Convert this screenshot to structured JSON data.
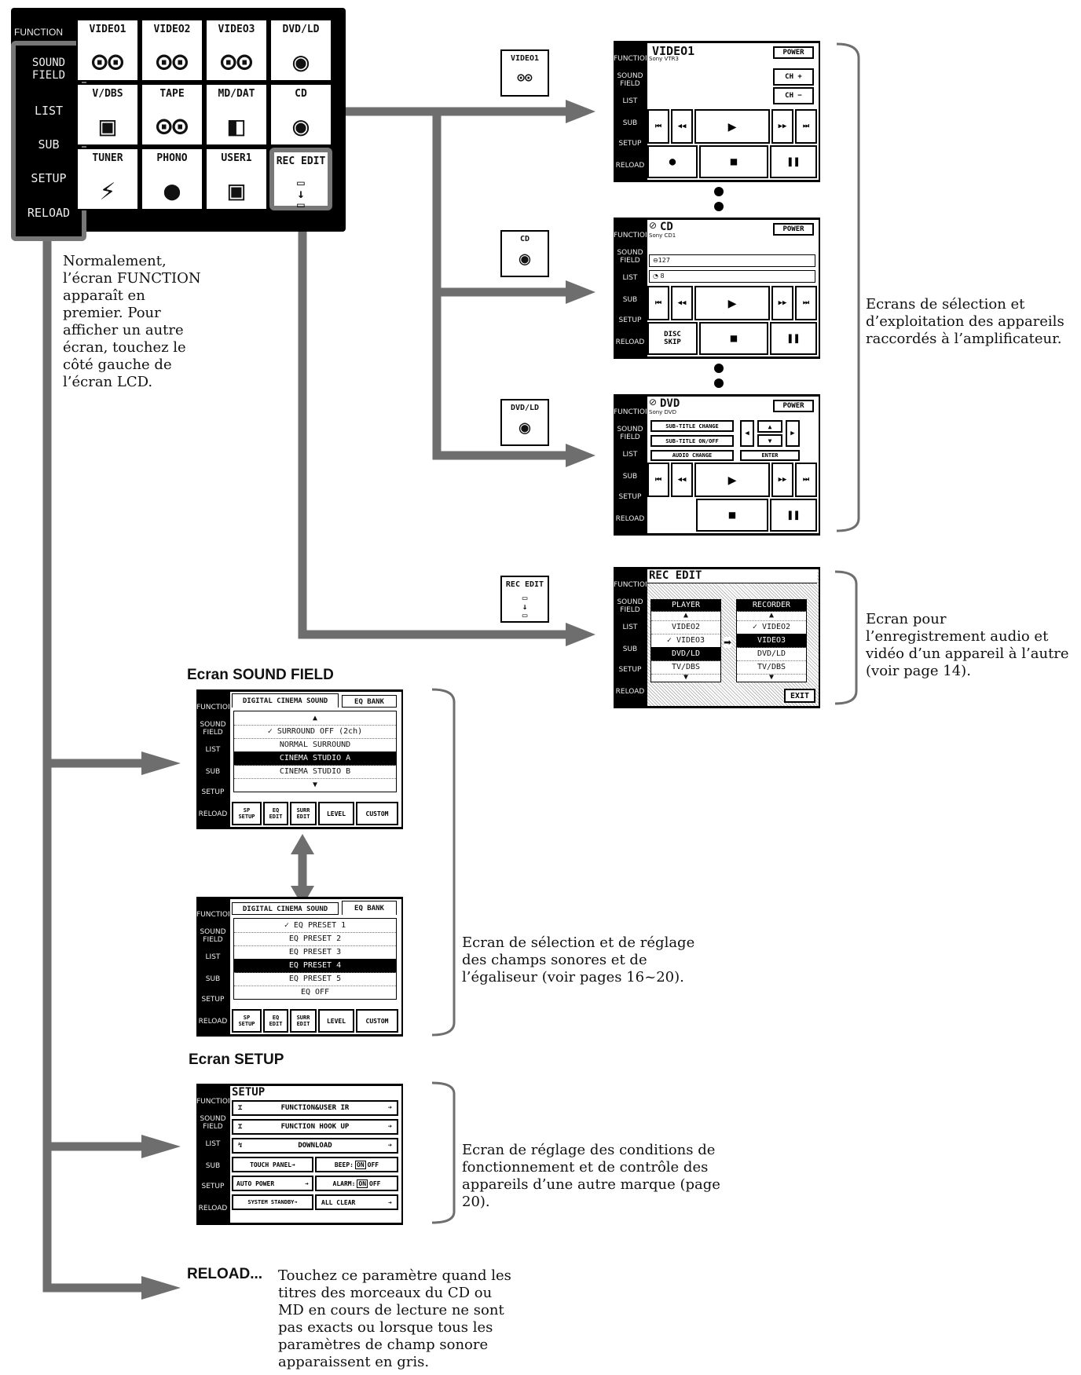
{
  "side_labels": [
    "FUNCTION",
    "SOUND FIELD",
    "LIST",
    "SUB",
    "SETUP",
    "RELOAD"
  ],
  "function_grid": {
    "title": "FUNCTION",
    "side": [
      "SOUND FIELD",
      "LIST",
      "SUB",
      "SETUP",
      "RELOAD"
    ],
    "tiles": [
      "VIDEO1",
      "VIDEO2",
      "VIDEO3",
      "DVD/LD",
      "V/DBS",
      "TAPE",
      "MD/DAT",
      "CD",
      "TUNER",
      "PHONO",
      "USER1",
      "REC EDIT"
    ]
  },
  "intro_note": "Normalement, l’écran FUNCTION apparaît en premier. Pour afficher un autre écran, touchez le côté gauche de l’écran LCD.",
  "mini_icons": [
    "VIDEO1",
    "CD",
    "DVD/LD",
    "REC EDIT"
  ],
  "video1": {
    "title": "VIDEO1",
    "sub": "Sony VTR3",
    "power": "POWER",
    "ch_plus": "CH +",
    "ch_minus": "CH −"
  },
  "cd": {
    "title": "CD",
    "sub": "Sony CD1",
    "power": "POWER",
    "disc": "127",
    "track": "8",
    "disc_skip": "DISC SKIP"
  },
  "dvd": {
    "title": "DVD",
    "sub": "Sony DVD",
    "power": "POWER",
    "b1": "SUB-TITLE CHANGE",
    "b2": "SUB-TITLE ON/OFF",
    "b3": "AUDIO CHANGE",
    "enter": "ENTER"
  },
  "device_note": "Ecrans de sélection et d’exploitation des appareils raccordés à l’amplificateur.",
  "rec_edit": {
    "title": "REC EDIT",
    "player": "PLAYER",
    "recorder": "RECORDER",
    "player_items": [
      "VIDEO2",
      "✓ VIDEO3",
      "DVD/LD",
      "TV/DBS"
    ],
    "recorder_items": [
      "✓ VIDEO2",
      "VIDEO3",
      "DVD/LD",
      "TV/DBS"
    ],
    "exit": "EXIT"
  },
  "rec_note": "Ecran pour l’enregistrement audio et vidéo d’un appareil à l’autre (voir page 14).",
  "sound_field_heading": "Ecran SOUND FIELD",
  "sf1": {
    "tab1": "DIGITAL CINEMA SOUND",
    "tab2": "EQ BANK",
    "items": [
      "✓ SURROUND OFF (2ch)",
      "NORMAL SURROUND",
      "CINEMA STUDIO A",
      "CINEMA STUDIO B"
    ]
  },
  "sf2": {
    "tab1": "DIGITAL CINEMA SOUND",
    "tab2": "EQ BANK",
    "items": [
      "✓ EQ PRESET 1",
      "EQ PRESET 2",
      "EQ PRESET 3",
      "EQ PRESET 4",
      "EQ PRESET 5",
      "EQ OFF"
    ]
  },
  "sf_buttons": [
    "SP SETUP",
    "EQ EDIT",
    "SURR EDIT",
    "LEVEL",
    "CUSTOM"
  ],
  "sf_note": "Ecran de sélection et de réglage des champs sonores et de l’égaliseur (voir pages 16~20).",
  "setup_heading": "Ecran SETUP",
  "setup": {
    "title": "SETUP",
    "r1": "FUNCTION&USER IR",
    "r2": "FUNCTION HOOK UP",
    "r3": "DOWNLOAD",
    "touch": "TOUCH PANEL",
    "beep": "BEEP:",
    "auto": "AUTO POWER",
    "alarm": "ALARM:",
    "standby": "SYSTEM STANDBY",
    "allclear": "ALL CLEAR",
    "on": "ON",
    "off": "OFF"
  },
  "setup_note": "Ecran de réglage des conditions de fonctionnement et de contrôle des appareils d’une autre marque (page 20).",
  "reload_heading": "RELOAD...",
  "reload_note": "Touchez ce paramètre quand les titres des morceaux du CD ou MD en cours de lecture ne sont pas exacts ou lorsque tous les paramètres de champ sonore apparaissent en gris."
}
